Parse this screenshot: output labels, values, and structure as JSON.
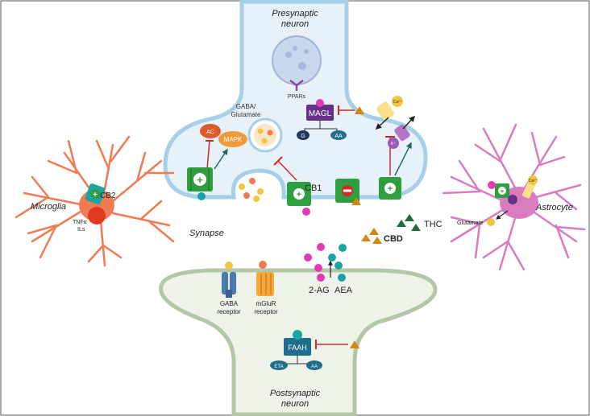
{
  "labels": {
    "presynaptic_line1": "Presynaptic",
    "presynaptic_line2": "neuron",
    "postsynaptic_line1": "Postsynaptic",
    "postsynaptic_line2": "neuron",
    "synapse": "Synapse",
    "microglia": "Microglia",
    "astrocyte": "Astrocyte",
    "ppars": "PPARs",
    "gaba_glutamate_line1": "GABA/",
    "gaba_glutamate_line2": "Glutamate",
    "magl": "MAGL",
    "g": "G",
    "aa_pre": "AA",
    "ac": "AC",
    "mapk": "MAPK",
    "cb1": "CB1",
    "cb2": "CB2",
    "tnf": "TNFα",
    "ils": "ILs",
    "ca_pre": "Ca²⁺",
    "k_pre": "K⁺",
    "ca_astro": "Ca²⁺",
    "glutamate_astro": "Glutamate",
    "thc": "THC",
    "cbd": "CBD",
    "two_ag": "2-AG",
    "aea": "AEA",
    "gaba_receptor_line1": "GABA",
    "gaba_receptor_line2": "receptor",
    "mglur_line1": "mGluR",
    "mglur_line2": "receptor",
    "faah": "FAAH",
    "eta": "ETA",
    "aa_post": "AA",
    "plus": "+",
    "minus": "−"
  },
  "colors": {
    "neuron_fill": "#e7f1f9",
    "neuron_border": "#a6cfe8",
    "post_fill": "#eef3ea",
    "post_border": "#b3c7a8",
    "microglia": "#f07b52",
    "astrocyte": "#d97cbf",
    "receptor_green": "#2e9e3e",
    "magl_purple": "#6a2f88",
    "faah_teal": "#1f6e8c",
    "inhibit_red": "#d62828",
    "activate_teal": "#1e6b5c",
    "cbd_orange": "#d4870f",
    "thc_green": "#1f6b3a",
    "ag_magenta": "#e23ab6",
    "aea_teal": "#1aa3a3"
  }
}
